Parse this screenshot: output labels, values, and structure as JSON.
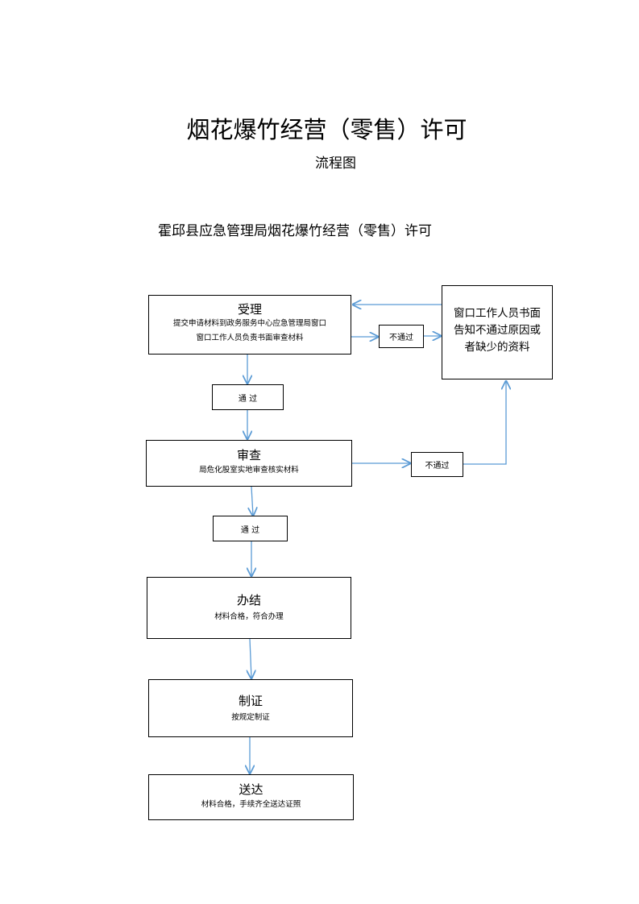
{
  "document": {
    "title": "烟花爆竹经营（零售）许可",
    "subtitle": "流程图",
    "organization_heading": "霍邱县应急管理局烟花爆竹经营（零售）许可"
  },
  "flow": {
    "accept": {
      "head": "受理",
      "lines": [
        "提交申请材料到政务服务中心应急管理局窗口",
        "窗口工作人员负责书面审查材料"
      ]
    },
    "pass1": "通  过",
    "review": {
      "head": "审查",
      "lines": [
        "局危化股室实地审查核实材料"
      ]
    },
    "pass2": "通  过",
    "conclude": {
      "head": "办结",
      "lines": [
        "材料合格，符合办理"
      ]
    },
    "certify": {
      "head": "制证",
      "lines": [
        "按规定制证"
      ]
    },
    "deliver": {
      "head": "送达",
      "lines": [
        "材料合格，手续齐全送达证照"
      ]
    },
    "reject1": "不通过",
    "reject2": "不通过",
    "notice_text": [
      "窗口工作人员书面",
      "告知不通过原因或",
      "者缺少的资料"
    ]
  },
  "colors": {
    "arrow": "#5b9bd5",
    "border": "#000000"
  }
}
